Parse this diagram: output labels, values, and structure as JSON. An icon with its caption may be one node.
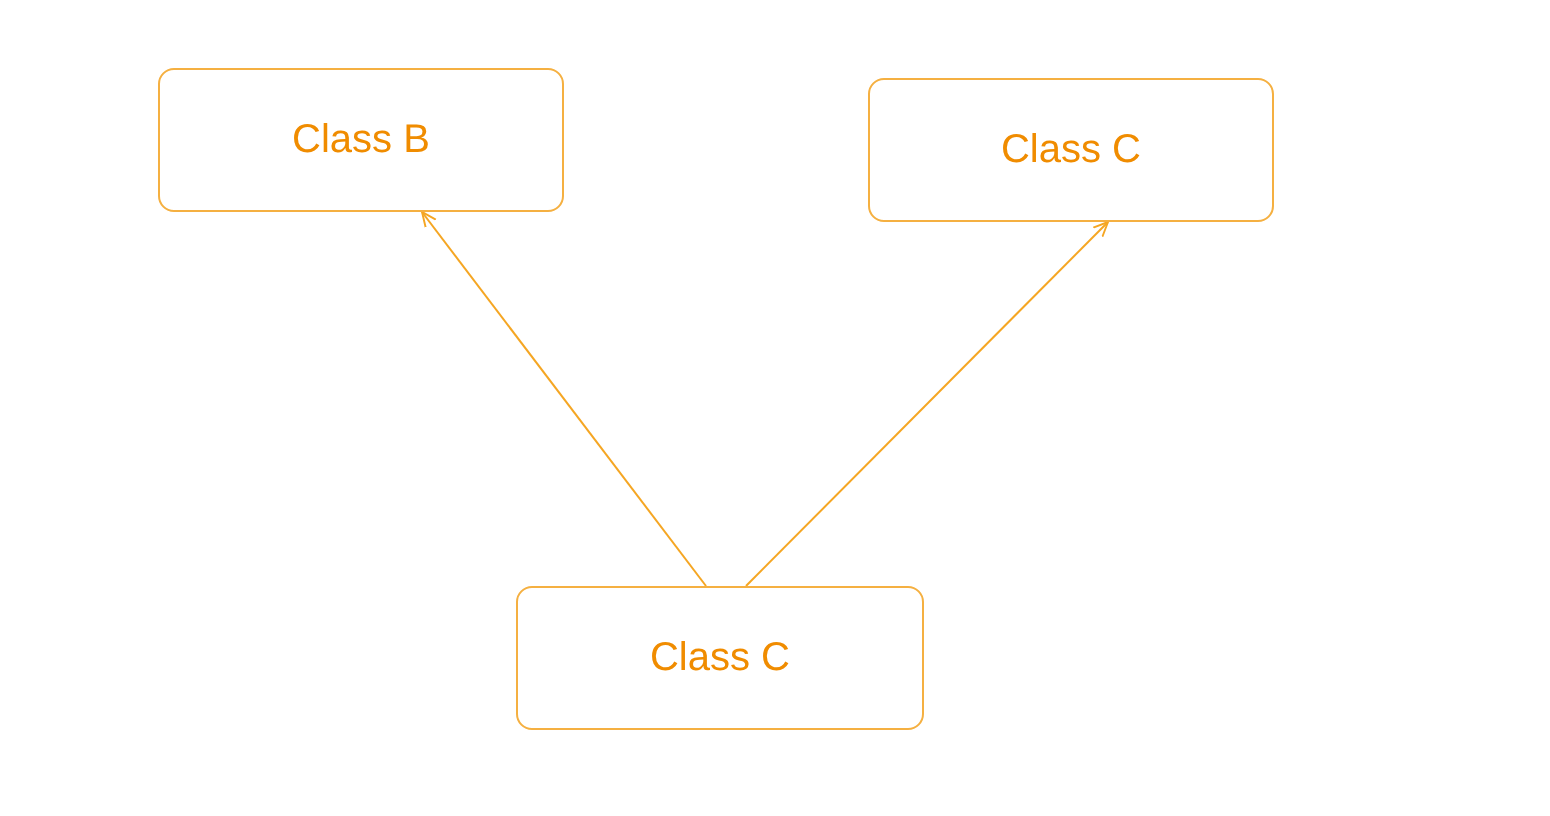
{
  "diagram": {
    "nodes": [
      {
        "text": [
          "Class B"
        ]
      },
      {
        "text": [
          "Class C"
        ]
      },
      {
        "text": [
          "Class C"
        ]
      }
    ],
    "edges": [
      {
        "from": 2,
        "to": 0,
        "arrow": "to"
      },
      {
        "from": 2,
        "to": 1,
        "arrow": "to"
      }
    ]
  }
}
